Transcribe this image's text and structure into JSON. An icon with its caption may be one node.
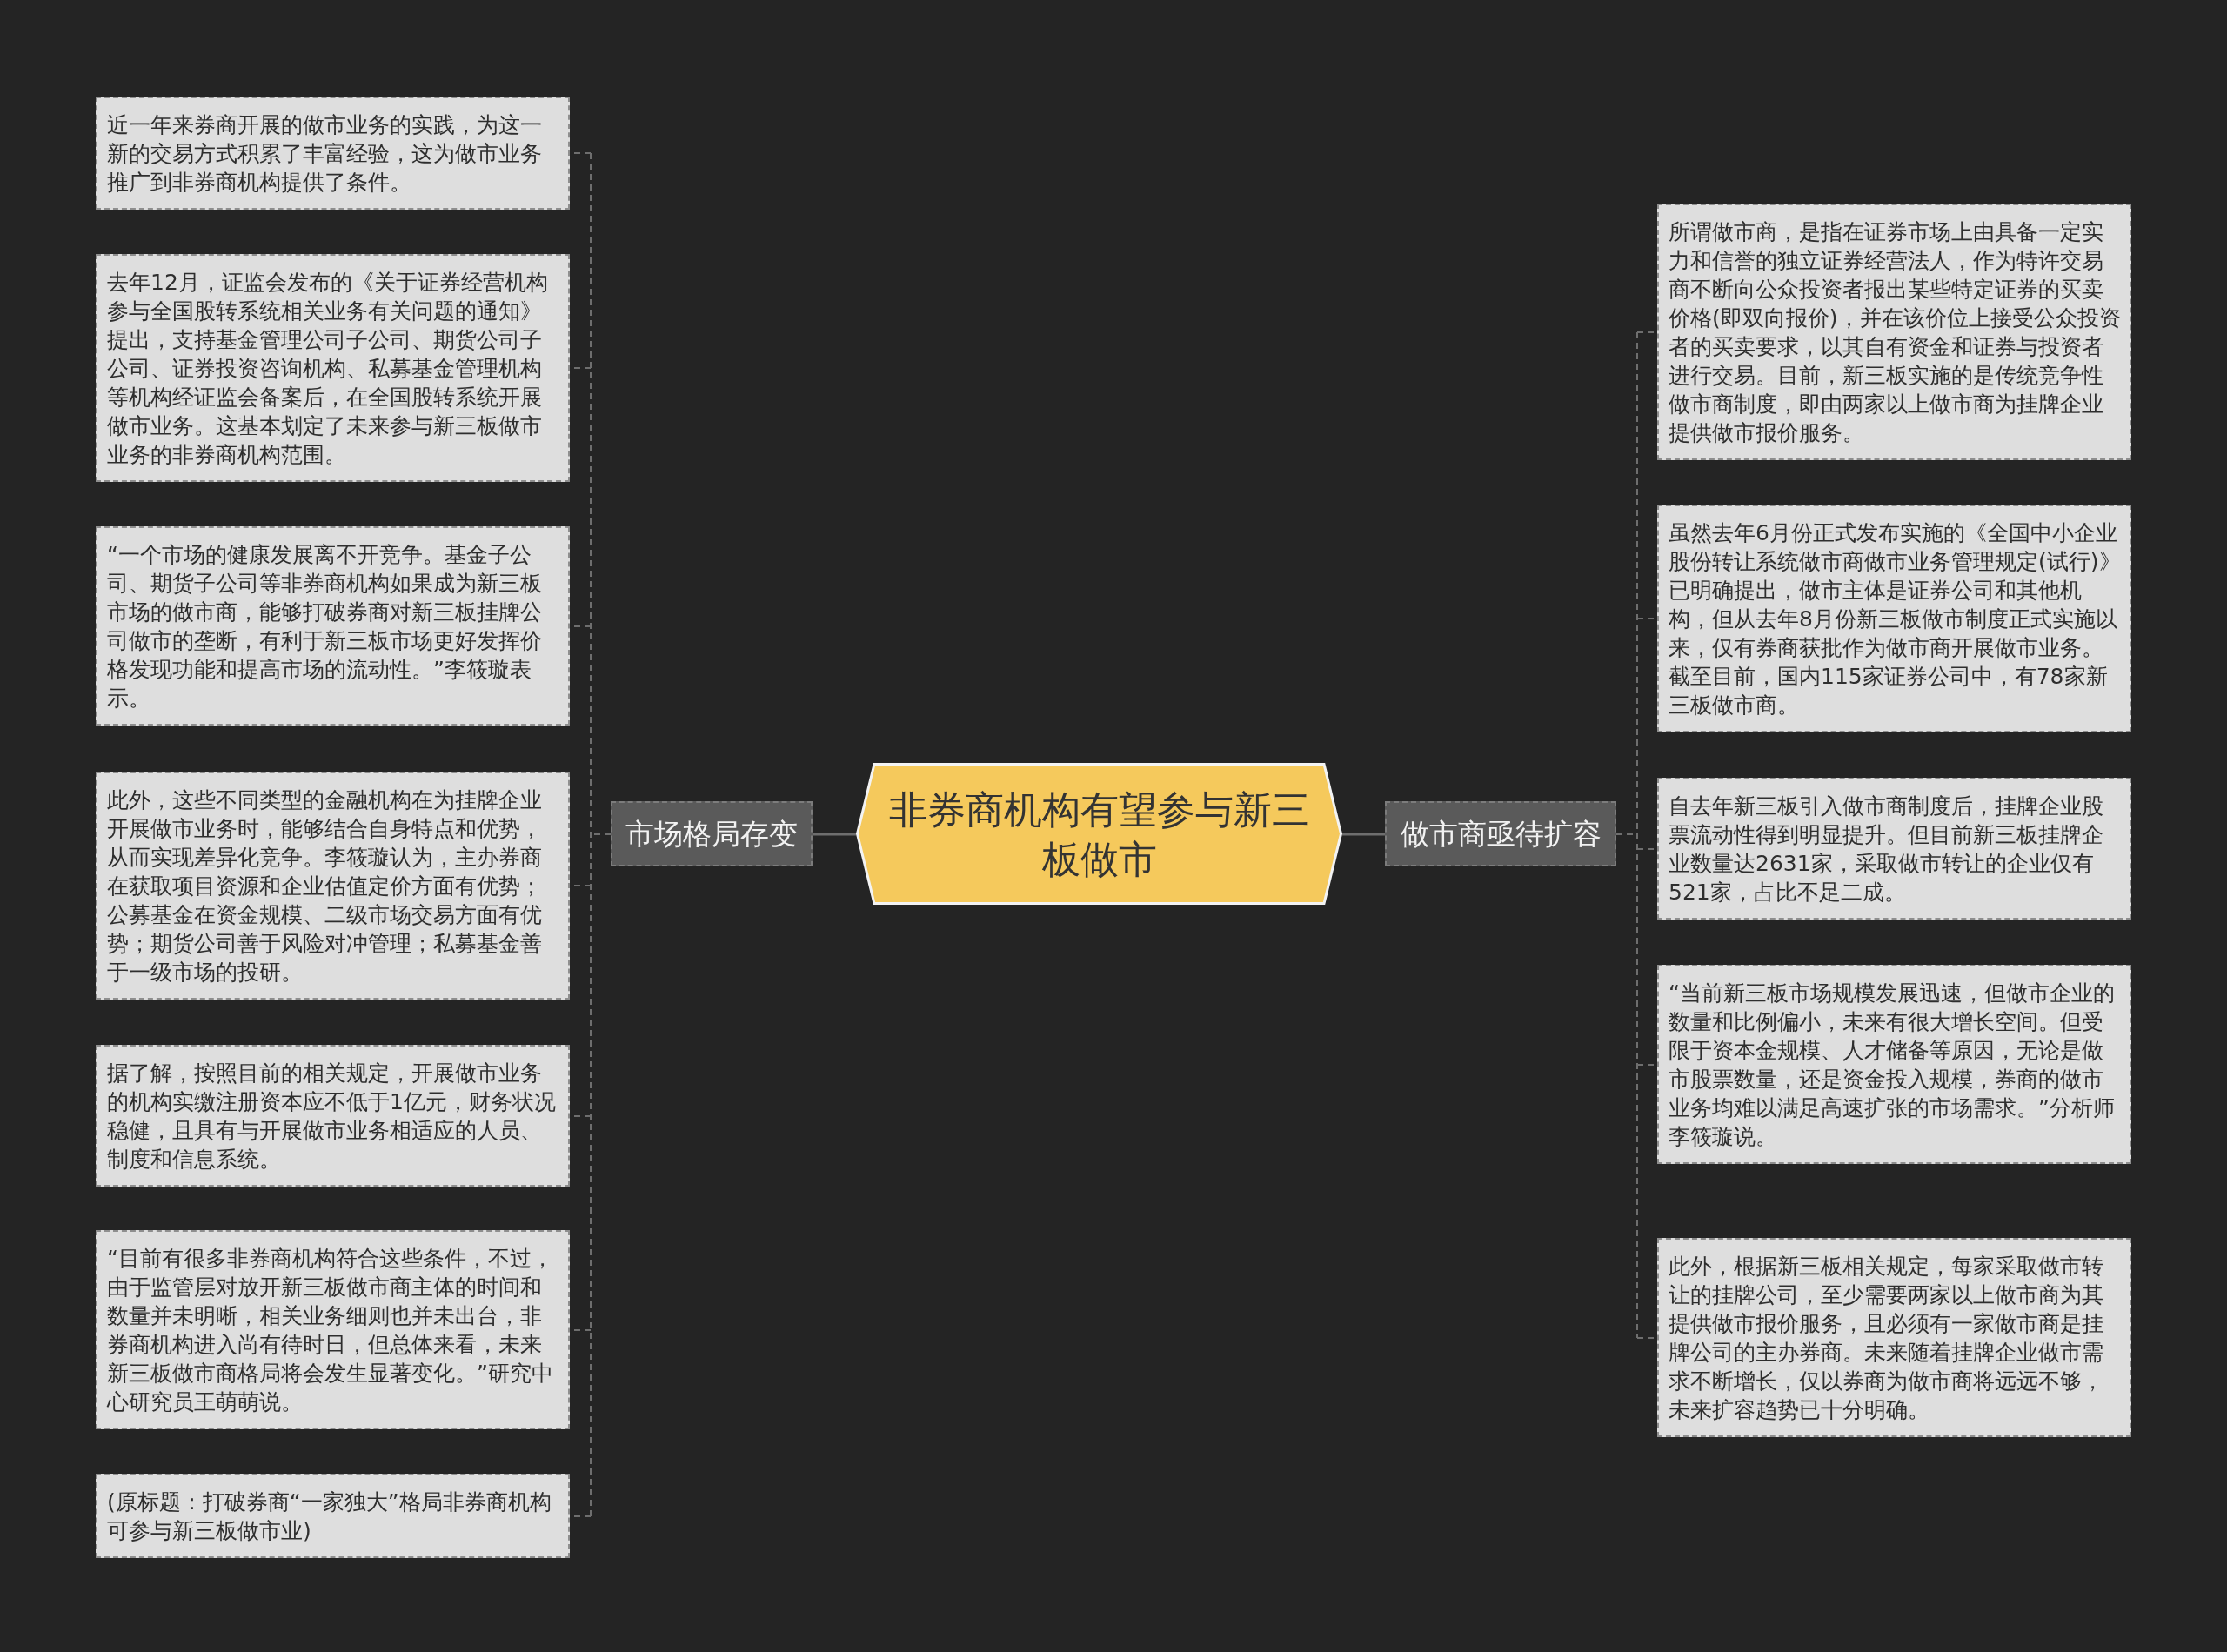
{
  "diagram": {
    "nodes": [
      {
        "text": [
          "非券商机构有望参与新三板做市"
        ]
      },
      {
        "text": [
          "市场格局存变"
        ]
      },
      {
        "text": [
          "做市商亟待扩容"
        ]
      },
      {
        "text": [
          "近一年来券商开展的做市业务的实践，为这一新的交易方式积累了丰富经验，这为做市业务推广到非券商机构提供了条件。"
        ]
      },
      {
        "text": [
          "去年12月，证监会发布的《关于证券经营机构参与全国股转系统相关业务有关问题的通知》提出，支持基金管理公司子公司、期货公司子公司、证券投资咨询机构、私募基金管理机构等机构经证监会备案后，在全国股转系统开展做市业务。这基本划定了未来参与新三板做市业务的非券商机构范围。"
        ]
      },
      {
        "text": [
          "“一个市场的健康发展离不开竞争。基金子公司、期货子公司等非券商机构如果成为新三板市场的做市商，能够打破券商对新三板挂牌公司做市的垄断，有利于新三板市场更好发挥价格发现功能和提高市场的流动性。”李筱璇表示。"
        ]
      },
      {
        "text": [
          "此外，这些不同类型的金融机构在为挂牌企业开展做市业务时，能够结合自身特点和优势，从而实现差异化竞争。李筱璇认为，主办券商在获取项目资源和企业估值定价方面有优势；公募基金在资金规模、二级市场交易方面有优势；期货公司善于风险对冲管理；私募基金善于一级市场的投研。"
        ]
      },
      {
        "text": [
          "据了解，按照目前的相关规定，开展做市业务的机构实缴注册资本应不低于1亿元，财务状况稳健，且具有与开展做市业务相适应的人员、制度和信息系统。"
        ]
      },
      {
        "text": [
          "“目前有很多非券商机构符合这些条件，不过，由于监管层对放开新三板做市商主体的时间和数量并未明晰，相关业务细则也并未出台，非券商机构进入尚有待时日，但总体来看，未来新三板做市商格局将会发生显著变化。”研究中心研究员王萌萌说。"
        ]
      },
      {
        "text": [
          "(原标题：打破券商“一家独大”格局非券商机构可参与新三板做市业)"
        ]
      },
      {
        "text": [
          "所谓做市商，是指在证券市场上由具备一定实力和信誉的独立证券经营法人，作为特许交易商不断向公众投资者报出某些特定证券的买卖价格(即双向报价)，并在该价位上接受公众投资者的买卖要求，以其自有资金和证券与投资者进行交易。目前，新三板实施的是传统竞争性做市商制度，即由两家以上做市商为挂牌企业提供做市报价服务。"
        ]
      },
      {
        "text": [
          "虽然去年6月份正式发布实施的《全国中小企业股份转让系统做市商做市业务管理规定(试行)》已明确提出，做市主体是证券公司和其他机构，但从去年8月份新三板做市制度正式实施以来，仅有券商获批作为做市商开展做市业务。截至目前，国内115家证券公司中，有78家新三板做市商。"
        ]
      },
      {
        "text": [
          "自去年新三板引入做市商制度后，挂牌企业股票流动性得到明显提升。但目前新三板挂牌企业数量达2631家，采取做市转让的企业仅有521家，占比不足二成。"
        ]
      },
      {
        "text": [
          "“当前新三板市场规模发展迅速，但做市企业的数量和比例偏小，未来有很大增长空间。但受限于资本金规模、人才储备等原因，无论是做市股票数量，还是资金投入规模，券商的做市业务均难以满足高速扩张的市场需求。”分析师李筱璇说。"
        ]
      },
      {
        "text": [
          "此外，根据新三板相关规定，每家采取做市转让的挂牌公司，至少需要两家以上做市商为其提供做市报价服务，且必须有一家做市商是挂牌公司的主办券商。未来随着挂牌企业做市需求不断增长，仅以券商为做市商将远远不够，未来扩容趋势已十分明确。"
        ]
      }
    ],
    "edges": [
      {
        "from": 0,
        "to": 1,
        "arrow": "none"
      },
      {
        "from": 0,
        "to": 2,
        "arrow": "none"
      },
      {
        "from": 1,
        "to": 3,
        "arrow": "none",
        "style": "dashed"
      },
      {
        "from": 1,
        "to": 4,
        "arrow": "none",
        "style": "dashed"
      },
      {
        "from": 1,
        "to": 5,
        "arrow": "none",
        "style": "dashed"
      },
      {
        "from": 1,
        "to": 6,
        "arrow": "none",
        "style": "dashed"
      },
      {
        "from": 1,
        "to": 7,
        "arrow": "none",
        "style": "dashed"
      },
      {
        "from": 1,
        "to": 8,
        "arrow": "none",
        "style": "dashed"
      },
      {
        "from": 1,
        "to": 9,
        "arrow": "none",
        "style": "dashed"
      },
      {
        "from": 2,
        "to": 10,
        "arrow": "none",
        "style": "dashed"
      },
      {
        "from": 2,
        "to": 11,
        "arrow": "none",
        "style": "dashed"
      },
      {
        "from": 2,
        "to": 12,
        "arrow": "none",
        "style": "dashed"
      },
      {
        "from": 2,
        "to": 13,
        "arrow": "none",
        "style": "dashed"
      },
      {
        "from": 2,
        "to": 14,
        "arrow": "none",
        "style": "dashed"
      }
    ]
  }
}
